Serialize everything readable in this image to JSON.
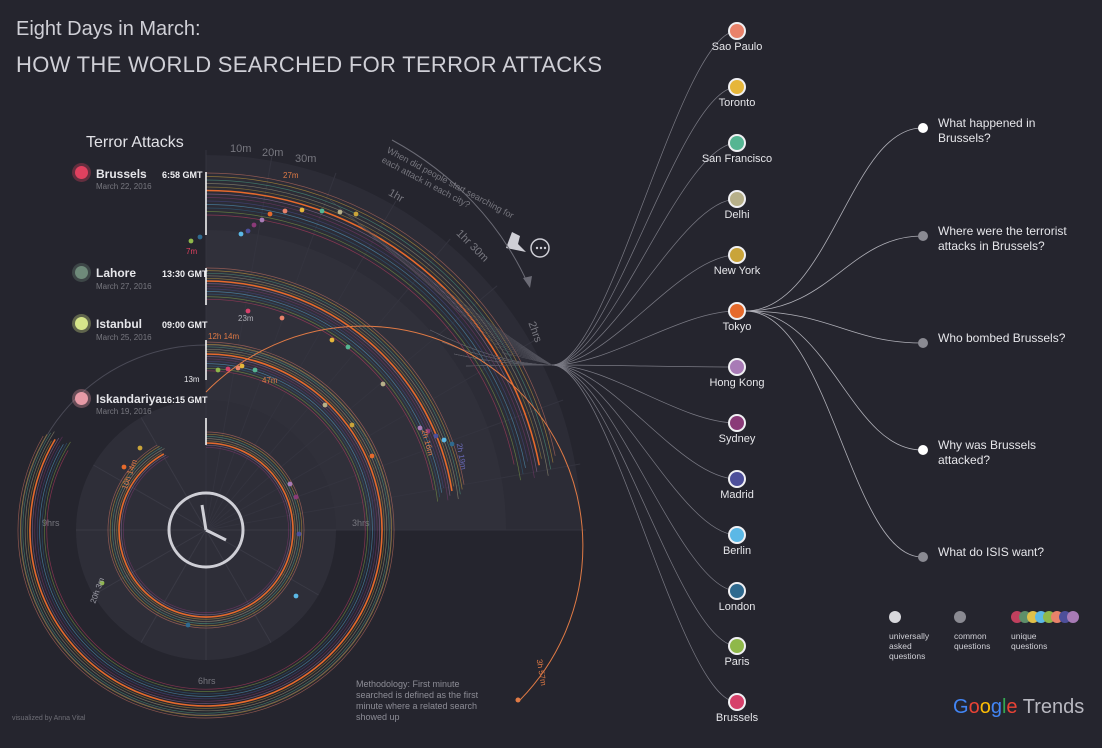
{
  "title_line1": "Eight Days in March:",
  "title_line2": "HOW THE WORLD SEARCHED FOR TERROR ATTACKS",
  "attacks_heading": "Terror Attacks",
  "attacks": [
    {
      "name": "Brussels",
      "date": "March 22, 2016",
      "time": "6:58 GMT",
      "color": "#e0415f"
    },
    {
      "name": "Lahore",
      "date": "March 27, 2016",
      "time": "13:30 GMT",
      "color": "#6e8a7a"
    },
    {
      "name": "Istanbul",
      "date": "March 25, 2016",
      "time": "09:00 GMT",
      "color": "#d6e58a"
    },
    {
      "name": "Iskandariya",
      "date": "March 19, 2016",
      "time": "16:15 GMT",
      "color": "#e79aa6"
    }
  ],
  "time_ticks": [
    "10m",
    "20m",
    "30m",
    "1hr",
    "1hr 30m",
    "2hrs"
  ],
  "clock_ticks": [
    "3hrs",
    "6hrs",
    "9hrs"
  ],
  "arc_labels": [
    "27m",
    "7m",
    "23m",
    "12h 14m",
    "13m",
    "47m",
    "2h 16m",
    "2h 19m",
    "10h 14m",
    "20h 3m",
    "3h 57m"
  ],
  "arc_question": "When did people start searching for each attack in each city?",
  "cities": [
    {
      "name": "Sao Paulo",
      "color": "#e9826a"
    },
    {
      "name": "Toronto",
      "color": "#e6b63a"
    },
    {
      "name": "San Francisco",
      "color": "#55b592"
    },
    {
      "name": "Delhi",
      "color": "#b7b089"
    },
    {
      "name": "New York",
      "color": "#c9a43a"
    },
    {
      "name": "Tokyo",
      "color": "#e66a2c"
    },
    {
      "name": "Hong Kong",
      "color": "#a87bb6"
    },
    {
      "name": "Sydney",
      "color": "#8a3a78"
    },
    {
      "name": "Madrid",
      "color": "#4d4f9a"
    },
    {
      "name": "Berlin",
      "color": "#5bb8e6"
    },
    {
      "name": "London",
      "color": "#2f6a8f"
    },
    {
      "name": "Paris",
      "color": "#8fb84a"
    },
    {
      "name": "Brussels",
      "color": "#d6406a"
    }
  ],
  "questions": [
    {
      "text": "What happened in Brussels?",
      "color": "#ffffff"
    },
    {
      "text": "Where were the terrorist attacks in Brussels?",
      "color": "#8a8a92"
    },
    {
      "text": "Who bombed Brussels?",
      "color": "#8a8a92"
    },
    {
      "text": "Why was Brussels attacked?",
      "color": "#ffffff"
    },
    {
      "text": "What do ISIS want?",
      "color": "#8a8a92"
    }
  ],
  "legend": [
    {
      "label": "universally asked questions",
      "color": "#d8d8dc"
    },
    {
      "label": "common questions",
      "color": "#8a8a92"
    },
    {
      "label": "unique questions",
      "color": "#c0405e"
    }
  ],
  "unique_colors": [
    "#c0405e",
    "#5e8f6a",
    "#e0c04a",
    "#5bb8e6",
    "#8fb84a",
    "#e9826a",
    "#4d4f9a",
    "#a87bb6"
  ],
  "methodology": "Methodology: First minute searched is defined as the first minute where a related search showed up",
  "credit": "visualized by Anna Vital",
  "brand": {
    "google": "Google",
    "trends": "Trends"
  }
}
